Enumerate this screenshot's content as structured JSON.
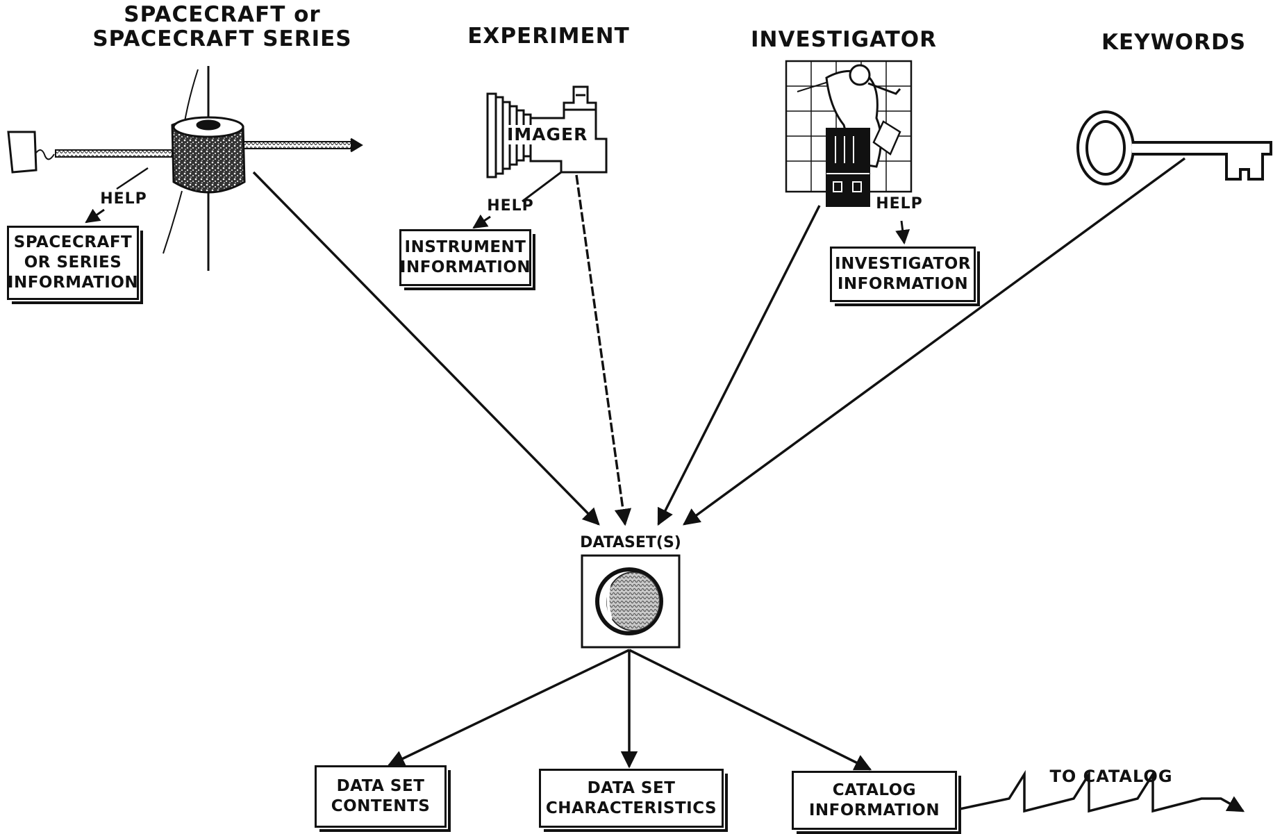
{
  "categories": {
    "spacecraft": {
      "title": "SPACECRAFT or\nSPACECRAFT SERIES",
      "help": "HELP",
      "info": "SPACECRAFT\nOR SERIES\nINFORMATION"
    },
    "experiment": {
      "title": "EXPERIMENT",
      "instrument_label": "IMAGER",
      "help": "HELP",
      "info": "INSTRUMENT\nINFORMATION"
    },
    "investigator": {
      "title": "INVESTIGATOR",
      "help": "HELP",
      "info": "INVESTIGATOR\nINFORMATION"
    },
    "keywords": {
      "title": "KEYWORDS"
    }
  },
  "dataset": {
    "title": "DATASET(S)"
  },
  "outputs": {
    "contents": "DATA SET\nCONTENTS",
    "characteristics": "DATA SET\nCHARACTERISTICS",
    "catalog": "CATALOG\nINFORMATION",
    "to_catalog": "TO CATALOG"
  },
  "icons": [
    "satellite-icon",
    "imager-icon",
    "investigator-icon",
    "key-icon",
    "dataset-globe-icon"
  ],
  "colors": {
    "ink": "#111111",
    "background": "#ffffff"
  }
}
